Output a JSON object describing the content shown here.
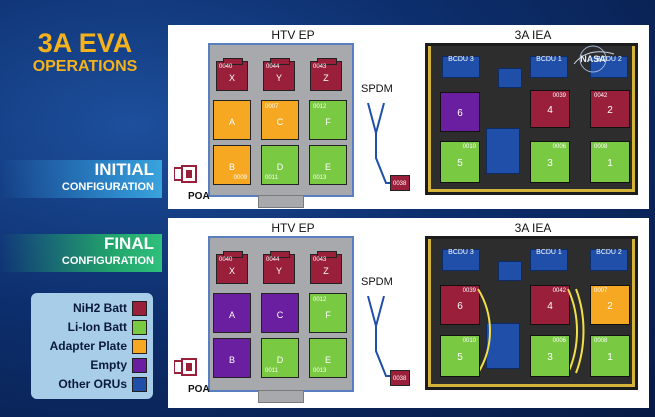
{
  "title": {
    "line1": "3A EVA",
    "line2": "OPERATIONS"
  },
  "configurations": {
    "initial": {
      "big": "INITIAL",
      "small": "CONFIGURATION"
    },
    "final": {
      "big": "FINAL",
      "small": "CONFIGURATION"
    }
  },
  "legend": [
    {
      "label": "NiH2 Batt",
      "color": "#9a1f3b"
    },
    {
      "label": "Li-Ion Batt",
      "color": "#7ac943"
    },
    {
      "label": "Adapter Plate",
      "color": "#f7a823"
    },
    {
      "label": "Empty",
      "color": "#6a1fa0"
    },
    {
      "label": "Other ORUs",
      "color": "#1f4fa8"
    }
  ],
  "logo": "NASA",
  "panels": {
    "initial": {
      "htv_label": "HTV EP",
      "iea_label": "3A IEA",
      "spdm_label": "SPDM",
      "poa_label": "POA",
      "spdm_item": {
        "num": "0038"
      },
      "htv_top": [
        {
          "num": "0040",
          "letter": "X"
        },
        {
          "num": "0044",
          "letter": "Y"
        },
        {
          "num": "0043",
          "letter": "Z"
        }
      ],
      "htv_mid": [
        {
          "num": "",
          "letter": "A"
        },
        {
          "num": "0007",
          "letter": "C"
        },
        {
          "num": "0012",
          "letter": "F"
        }
      ],
      "htv_bot": [
        {
          "num": "0009",
          "letter": "B"
        },
        {
          "num": "0011",
          "letter": "D"
        },
        {
          "num": "0013",
          "letter": "E"
        }
      ],
      "bcdu": [
        "BCDU 3",
        "BCDU 1",
        "BCDU 2"
      ],
      "iea_top": [
        {
          "num": "",
          "letter": "6"
        },
        {
          "num": "0039",
          "letter": "4"
        },
        {
          "num": "0042",
          "letter": "2"
        }
      ],
      "iea_bot": [
        {
          "num": "0010",
          "letter": "5"
        },
        {
          "num": "0006",
          "letter": "3"
        },
        {
          "num": "0008",
          "letter": "1"
        }
      ]
    },
    "final": {
      "htv_label": "HTV EP",
      "iea_label": "3A IEA",
      "spdm_label": "SPDM",
      "poa_label": "POA",
      "spdm_item": {
        "num": "0038"
      },
      "htv_top": [
        {
          "num": "0040",
          "letter": "X"
        },
        {
          "num": "0044",
          "letter": "Y"
        },
        {
          "num": "0043",
          "letter": "Z"
        }
      ],
      "htv_mid": [
        {
          "num": "",
          "letter": "A"
        },
        {
          "num": "",
          "letter": "C"
        },
        {
          "num": "0012",
          "letter": "F"
        }
      ],
      "htv_bot": [
        {
          "num": "",
          "letter": "B"
        },
        {
          "num": "0011",
          "letter": "D"
        },
        {
          "num": "0013",
          "letter": "E"
        }
      ],
      "bcdu": [
        "BCDU 3",
        "BCDU 1",
        "BCDU 2"
      ],
      "iea_top": [
        {
          "num": "0039",
          "letter": "6"
        },
        {
          "num": "0042",
          "letter": "4"
        },
        {
          "num": "0007",
          "letter": "2"
        }
      ],
      "iea_bot": [
        {
          "num": "0010",
          "letter": "5"
        },
        {
          "num": "0006",
          "letter": "3"
        },
        {
          "num": "0008",
          "letter": "1"
        }
      ]
    }
  }
}
